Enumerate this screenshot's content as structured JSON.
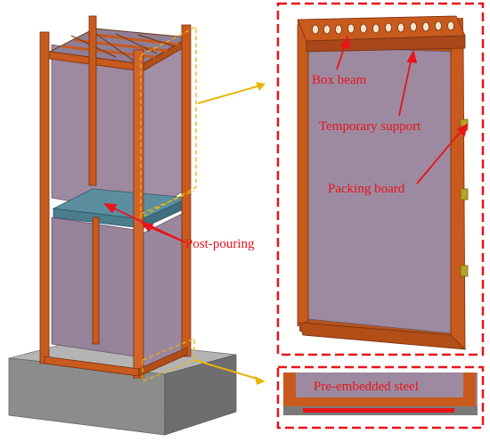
{
  "labels": {
    "box_beam": "Box beam",
    "temporary_support": "Temporary support",
    "packing_board": "Packing board",
    "post_pouring": "Post-pouring",
    "pre_embedded_steel": "Pre-embedded  steel"
  },
  "colors": {
    "label_red": "#e8141b",
    "steel_orange": "#c85a1e",
    "steel_dark": "#8f3a12",
    "panel_purple": "#9d8aa0",
    "slab_blue": "#5b8fa0",
    "base_gray": "#8a8a8a",
    "callout_yellow": "#e8b40c",
    "dashed_frame_red": "#e8141b",
    "packing_olive": "#b8a22a"
  }
}
